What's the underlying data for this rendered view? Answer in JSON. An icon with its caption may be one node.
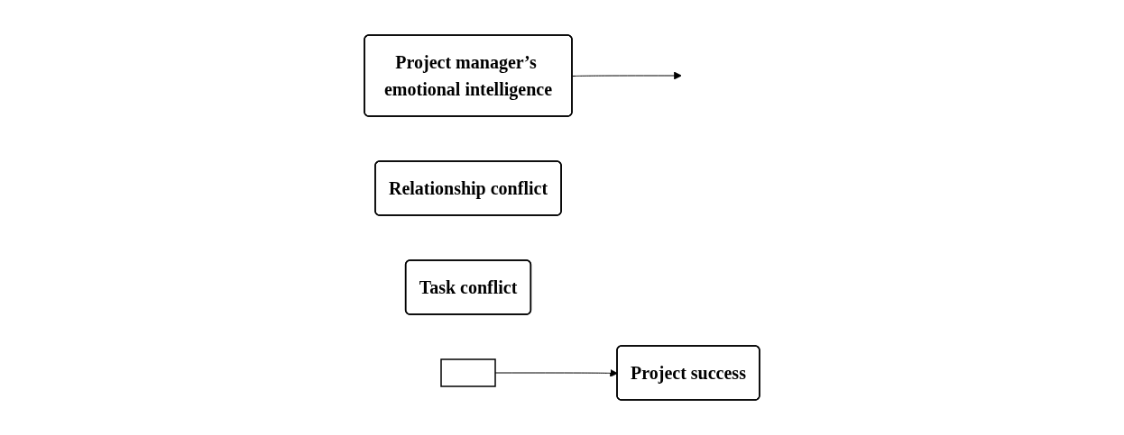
{
  "diagram": {
    "nodes": [
      {
        "text": [
          "Project manager’s emotional intelligence"
        ]
      },
      {
        "text": [
          "Relationship conflict"
        ]
      },
      {
        "text": [
          "Task conflict"
        ]
      },
      {
        "text": [],
        "shape": "bar"
      },
      {
        "text": [
          "Project success"
        ]
      }
    ],
    "edges": [
      {
        "from": 3,
        "to": 4,
        "arrow": "to"
      },
      {
        "from": 0,
        "to": null,
        "arrow": "to"
      }
    ]
  }
}
